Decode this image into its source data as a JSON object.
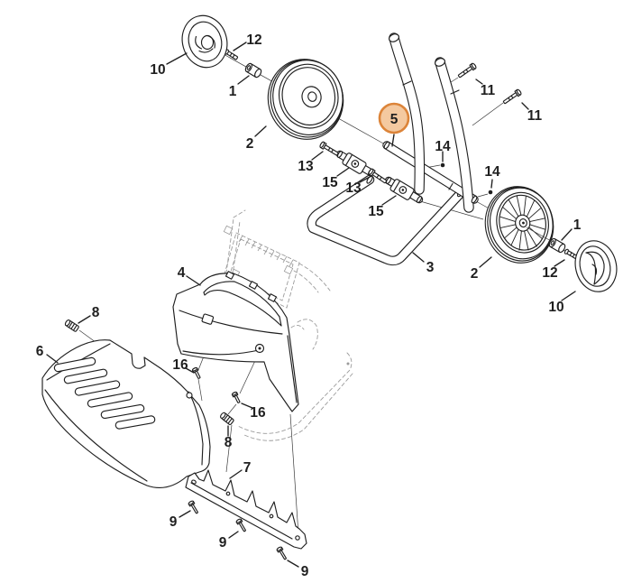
{
  "diagram": {
    "kind": "exploded-parts-diagram",
    "background": "#ffffff"
  },
  "colors": {
    "line": "#1f1f1f",
    "phantom": "#9b9b9b",
    "highlight_fill": "#f4c9a0",
    "highlight_stroke": "#dc8439",
    "label": "#1f1f1f"
  },
  "highlight": {
    "label": "5"
  },
  "callouts": [
    {
      "label": "10"
    },
    {
      "label": "12"
    },
    {
      "label": "1"
    },
    {
      "label": "2"
    },
    {
      "label": "13"
    },
    {
      "label": "15"
    },
    {
      "label": "13"
    },
    {
      "label": "15"
    },
    {
      "label": "14"
    },
    {
      "label": "11"
    },
    {
      "label": "11"
    },
    {
      "label": "14"
    },
    {
      "label": "3"
    },
    {
      "label": "2"
    },
    {
      "label": "1"
    },
    {
      "label": "12"
    },
    {
      "label": "10"
    },
    {
      "label": "4"
    },
    {
      "label": "8"
    },
    {
      "label": "6"
    },
    {
      "label": "16"
    },
    {
      "label": "16"
    },
    {
      "label": "8"
    },
    {
      "label": "7"
    },
    {
      "label": "9"
    },
    {
      "label": "9"
    },
    {
      "label": "9"
    }
  ]
}
